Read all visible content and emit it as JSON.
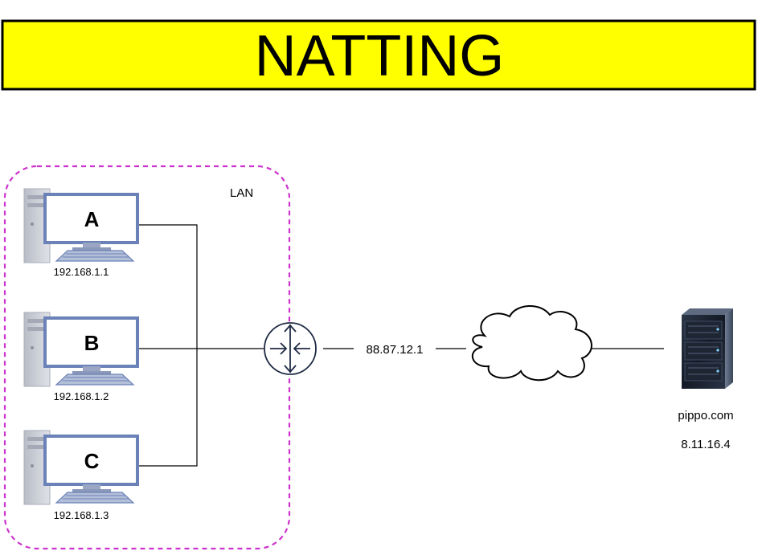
{
  "title": "NATTING",
  "colors": {
    "title_background": "#ffff00",
    "lan_border": "#cc33cc",
    "router": "#1f2a44",
    "monitor": "#6b82b8",
    "tower": "#c7cad3",
    "server": "#1a2230"
  },
  "lan": {
    "label": "LAN"
  },
  "hosts": [
    {
      "letter": "A",
      "ip": "192.168.1.1"
    },
    {
      "letter": "B",
      "ip": "192.168.1.2"
    },
    {
      "letter": "C",
      "ip": "192.168.1.3"
    }
  ],
  "router": {
    "icon": "router-icon",
    "public_ip": "88.87.12.1"
  },
  "internet": {
    "icon": "cloud-icon"
  },
  "server": {
    "icon": "server-icon",
    "name": "pippo.com",
    "ip": "8.11.16.4"
  }
}
